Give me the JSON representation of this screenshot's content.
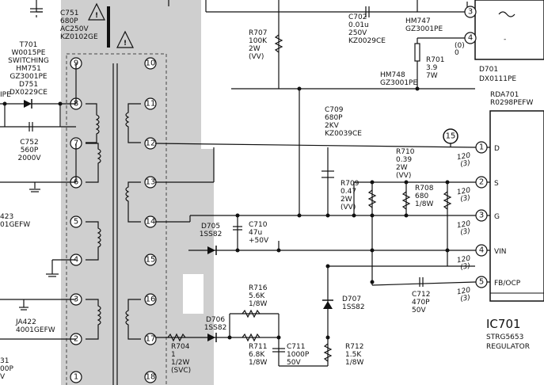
{
  "transformer": {
    "ref": "T701",
    "part": "W0015PE",
    "desc": "SWITCHING",
    "pins_left": [
      "9",
      "8",
      "7",
      "6",
      "5",
      "4",
      "3",
      "2",
      "1"
    ],
    "pins_right": [
      "10",
      "11",
      "12",
      "13",
      "14",
      "15",
      "16",
      "17",
      "18"
    ]
  },
  "components": {
    "c751": [
      "C751",
      "680P",
      "AC250V",
      "KZ0102GE"
    ],
    "hm751": [
      "HM751",
      "GZ3001PE"
    ],
    "d751": [
      "D751",
      "DX0229CE"
    ],
    "c752": [
      "C752",
      "560P",
      "2000V"
    ],
    "ipe": "IPE",
    "left_mid": [
      "423",
      "01GEFW"
    ],
    "ja422": [
      "JA422",
      "4001GEFW"
    ],
    "left_bot": [
      "31",
      "00P",
      "V"
    ],
    "r707": [
      "R707",
      "100K",
      "2W",
      "(VV)"
    ],
    "c702": [
      "C702",
      "0.01u",
      "250V",
      "KZ0029CE"
    ],
    "hm747": [
      "HM747",
      "GZ3001PE"
    ],
    "r701": [
      "R701",
      "3.9",
      "7W"
    ],
    "hm748": [
      "HM748",
      "GZ3001PE"
    ],
    "d701": [
      "D701",
      "DX0111PE"
    ],
    "ac_pin_top": "3",
    "ac_pin_bot": "4",
    "pin4_val": [
      "(0)",
      "0"
    ],
    "c709": [
      "C709",
      "680P",
      "2KV",
      "KZ0039CE"
    ],
    "r710": [
      "R710",
      "0.39",
      "2W",
      "(VV)"
    ],
    "r709": [
      "R709",
      "0.47",
      "2W",
      "(VV)"
    ],
    "r708": [
      "R708",
      "680",
      "1/8W"
    ],
    "c710": [
      "C710",
      "47u",
      "+50V"
    ],
    "d705": [
      "D705",
      "1SS82"
    ],
    "d706": [
      "D706",
      "1SS82"
    ],
    "r716": [
      "R716",
      "5.6K",
      "1/8W"
    ],
    "r711": [
      "R711",
      "6.8K",
      "1/8W"
    ],
    "c711": [
      "C711",
      "1000P",
      "50V"
    ],
    "r712": [
      "R712",
      "1.5K",
      "1/8W"
    ],
    "d707": [
      "D707",
      "1SS82"
    ],
    "c712": [
      "C712",
      "470P",
      "50V"
    ],
    "r704": [
      "R704",
      "1",
      "1/2W",
      "(SVC)"
    ],
    "rda701": [
      "RDA701",
      "R0298PEFW"
    ],
    "testpoint": "15",
    "ic701": {
      "ref": "IC701",
      "part": "STRG5653",
      "desc": "REGULATOR",
      "pins": [
        {
          "n": "1",
          "name": "D"
        },
        {
          "n": "2",
          "name": "S"
        },
        {
          "n": "3",
          "name": "G"
        },
        {
          "n": "4",
          "name": "VIN"
        },
        {
          "n": "5",
          "name": "FB/OCP"
        }
      ]
    },
    "volt_labels": [
      "120",
      "(3)"
    ]
  }
}
